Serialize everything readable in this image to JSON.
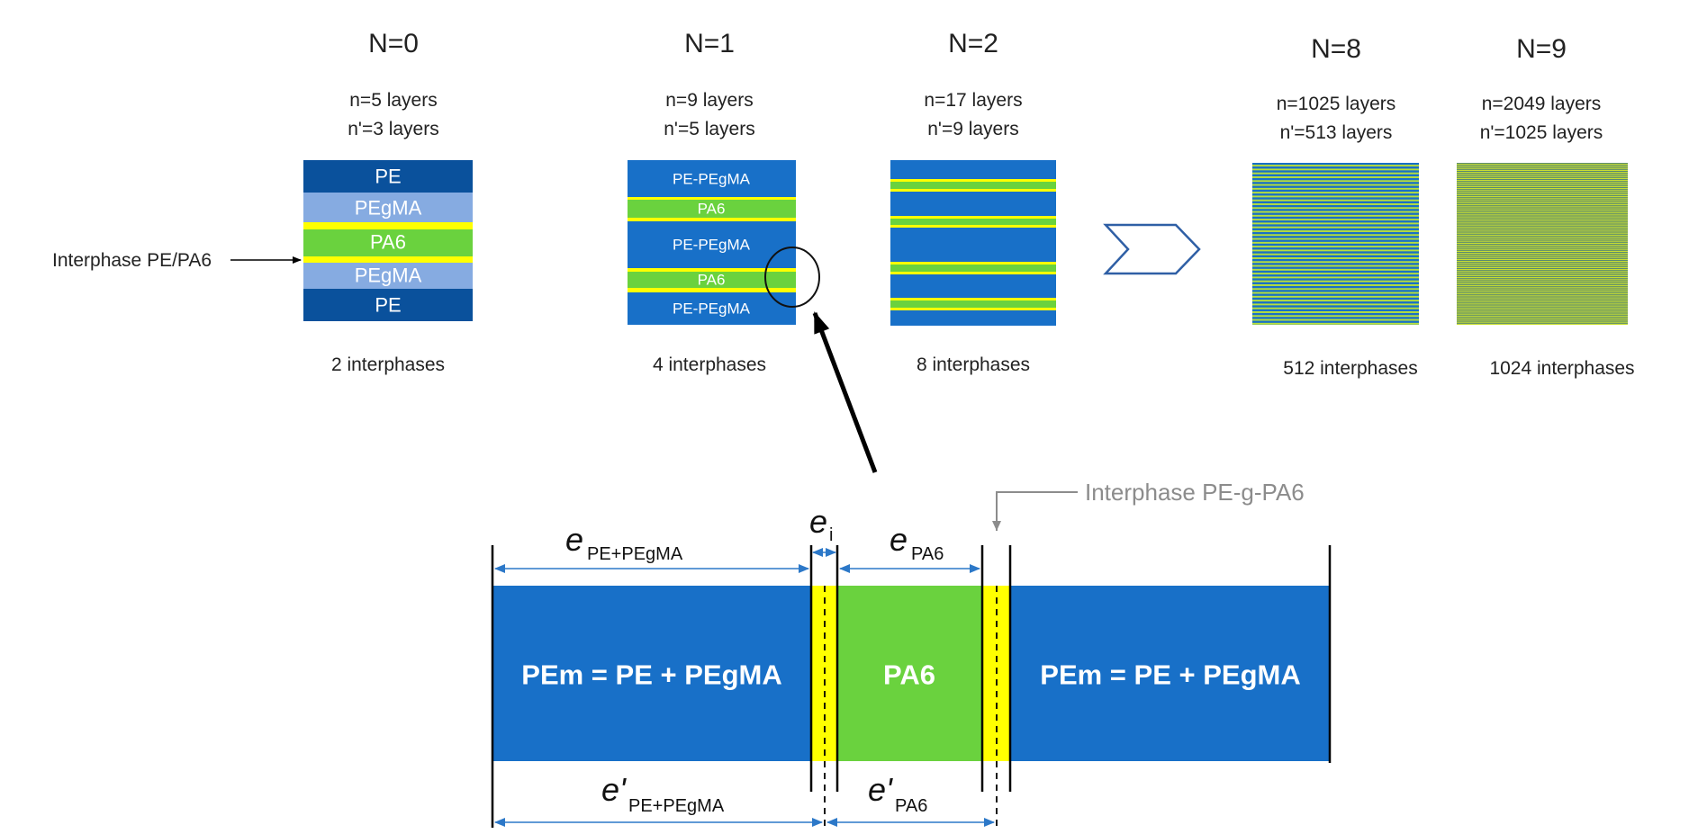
{
  "stages": [
    {
      "label": "N=0",
      "n": "n=5 layers",
      "n_prime": "n'=3 layers",
      "interphases": "2 interphases"
    },
    {
      "label": "N=1",
      "n": "n=9 layers",
      "n_prime": "n'=5 layers",
      "interphases": "4 interphases"
    },
    {
      "label": "N=2",
      "n": "n=17 layers",
      "n_prime": "n'=9 layers",
      "interphases": "8 interphases"
    },
    {
      "label": "N=8",
      "n": "n=1025 layers",
      "n_prime": "n'=513 layers",
      "interphases": "512 interphases"
    },
    {
      "label": "N=9",
      "n": "n=2049 layers",
      "n_prime": "n'=1025 layers",
      "interphases": "1024 interphases"
    }
  ],
  "n0_layers": [
    "PE",
    "PEgMA",
    "PA6",
    "PEgMA",
    "PE"
  ],
  "n1_layers": [
    "PE-PEgMA",
    "PA6",
    "PE-PEgMA",
    "PA6",
    "PE-PEgMA"
  ],
  "interphase_label": "Interphase PE/PA6",
  "detail": {
    "left_label": "PEm = PE + PEgMA",
    "center_label": "PA6",
    "right_label": "PEm = PE + PEgMA",
    "interphase_label": "Interphase PE-g-PA6",
    "e": "e",
    "e_prime": "e'",
    "sub_pe": "PE+PEgMA",
    "sub_i": "i",
    "sub_pa6": "PA6"
  },
  "colors": {
    "pe_dark_blue": "#0a519c",
    "pegma_light_blue": "#86abe1",
    "blend_blue": "#1870c8",
    "pa6_green": "#6ad23e",
    "interphase_yellow": "#ffff00",
    "dimension_blue": "#2c78c8",
    "annotation_gray": "#8c8c8c"
  }
}
